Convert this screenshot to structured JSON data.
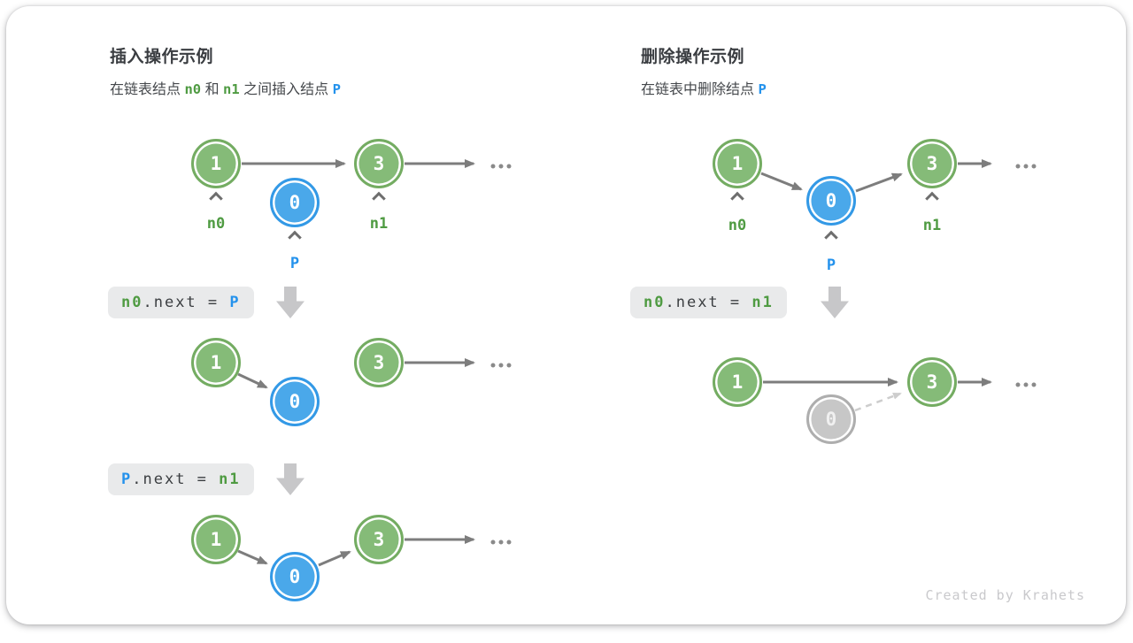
{
  "watermark": "Created by Krahets",
  "icons": {
    "ellipsis": "...",
    "caret": "^",
    "down_arrow": "down-block-arrow"
  },
  "colors": {
    "node_green_fill": "#85BB78",
    "node_green_border": "#74AC62",
    "node_blue_fill": "#4AA8EA",
    "node_blue_border": "#3399E6",
    "node_gray_fill": "#C7C7C7",
    "node_gray_border": "#AEAEAE",
    "arrow_gray": "#7D7D7D",
    "dashed_gray": "#CDCDCD",
    "green_text": "#4F9B42",
    "blue_text": "#2492EC",
    "code_box_bg": "#E9EAEB",
    "title_text": "#3A3D41"
  },
  "left": {
    "title": "插入操作示例",
    "subtitle": {
      "p1": "在链表结点 ",
      "c1": "n0",
      "p2": " 和 ",
      "c2": "n1",
      "p3": " 之间插入结点 ",
      "c3": "P"
    },
    "row1": {
      "v1": "1",
      "v0": "0",
      "v3": "3",
      "n0": "n0",
      "n1": "n1",
      "p": "P"
    },
    "code1": {
      "lhs": "n0",
      "mid": ".next = ",
      "rhs": "P"
    },
    "row2": {
      "v1": "1",
      "v0": "0",
      "v3": "3"
    },
    "code2": {
      "lhs": "P",
      "mid": ".next = ",
      "rhs": "n1"
    },
    "row3": {
      "v1": "1",
      "v0": "0",
      "v3": "3"
    }
  },
  "right": {
    "title": "删除操作示例",
    "subtitle": {
      "p1": "在链表中删除结点 ",
      "c1": "P"
    },
    "row1": {
      "v1": "1",
      "v0": "0",
      "v3": "3",
      "n0": "n0",
      "n1": "n1",
      "p": "P"
    },
    "code1": {
      "lhs": "n0",
      "mid": ".next = ",
      "rhs": "n1"
    },
    "row2": {
      "v1": "1",
      "v0": "0",
      "v3": "3"
    }
  }
}
